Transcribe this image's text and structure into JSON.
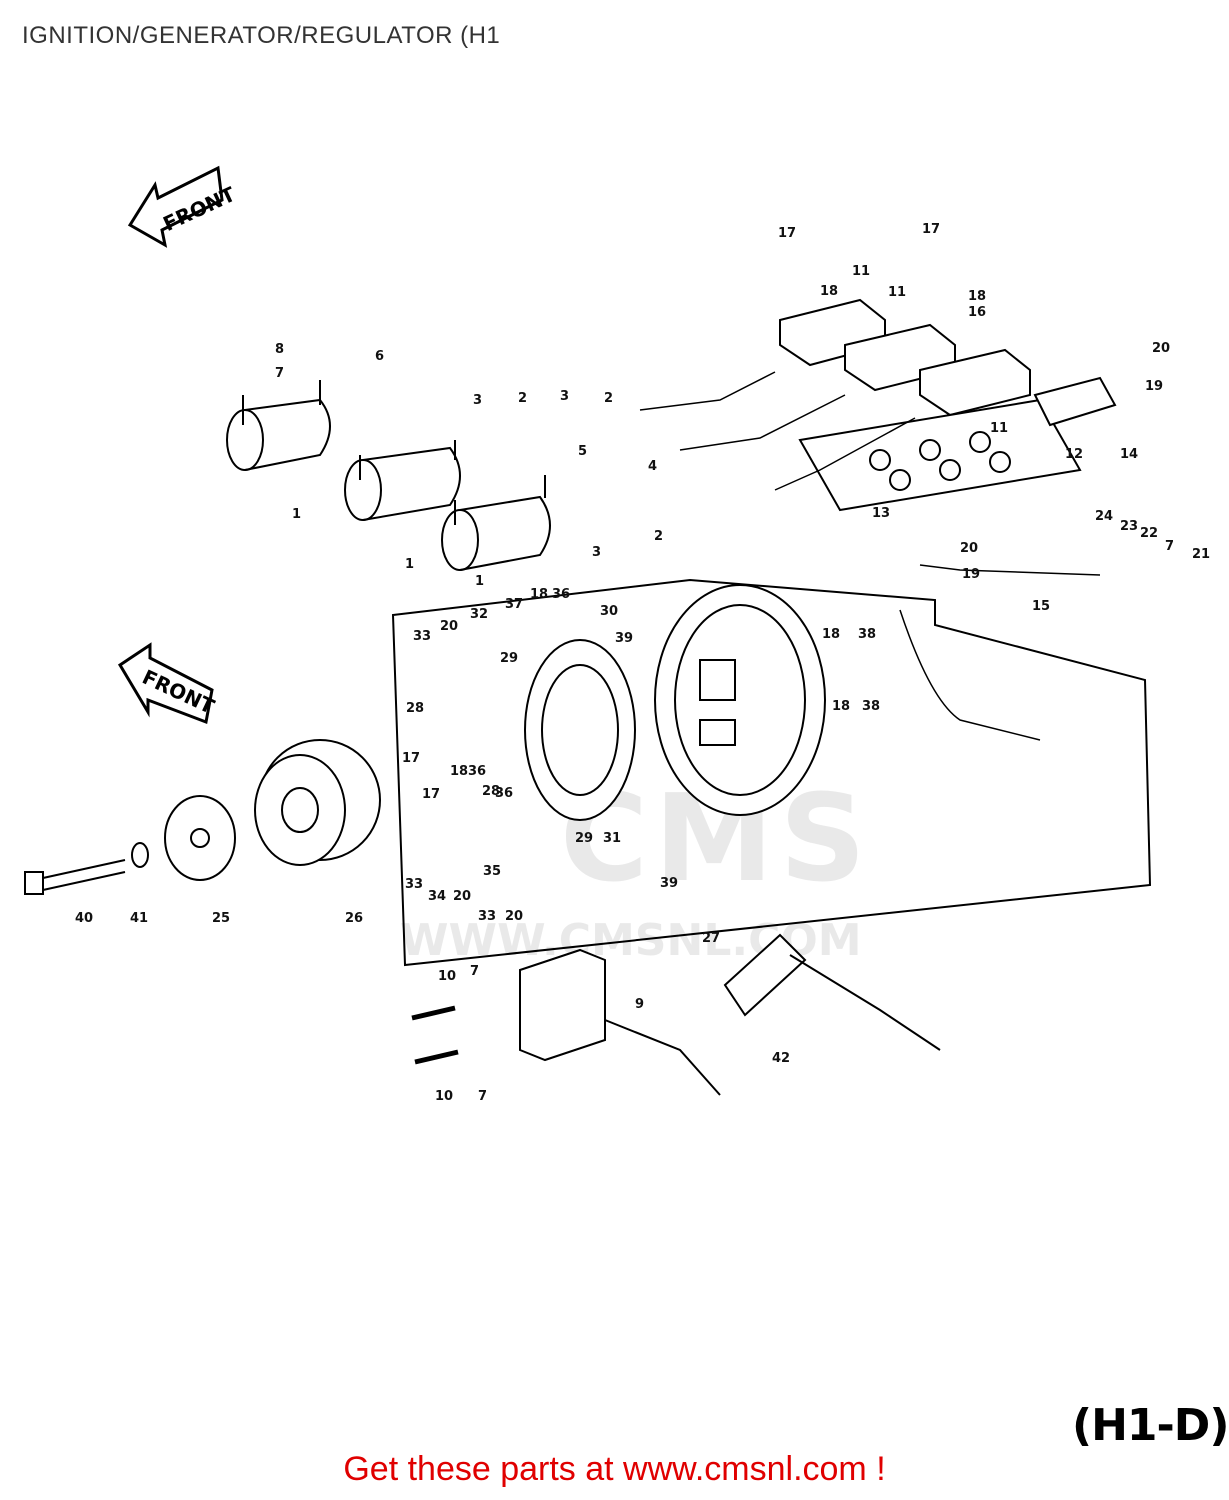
{
  "title": "IGNITION/GENERATOR/REGULATOR (H1",
  "diagram_code": "(H1-D)",
  "footer_link": "Get these parts at www.cmsnl.com !",
  "watermark": {
    "logo": "CMS",
    "url": "WWW.CMSNL.COM"
  },
  "front_labels": [
    "FRONT",
    "FRONT"
  ],
  "part_numbers": [
    "1",
    "1",
    "1",
    "2",
    "2",
    "2",
    "3",
    "3",
    "3",
    "4",
    "5",
    "6",
    "7",
    "7",
    "7",
    "7",
    "8",
    "9",
    "10",
    "10",
    "11",
    "11",
    "11",
    "12",
    "13",
    "14",
    "15",
    "16",
    "17",
    "17",
    "17",
    "17",
    "18",
    "18",
    "18",
    "18",
    "18",
    "18",
    "19",
    "19",
    "20",
    "20",
    "20",
    "20",
    "20",
    "21",
    "22",
    "23",
    "24",
    "25",
    "26",
    "27",
    "28",
    "28",
    "29",
    "29",
    "30",
    "31",
    "32",
    "33",
    "33",
    "33",
    "34",
    "35",
    "36",
    "36",
    "36",
    "37",
    "38",
    "38",
    "39",
    "39",
    "40",
    "41",
    "42"
  ]
}
